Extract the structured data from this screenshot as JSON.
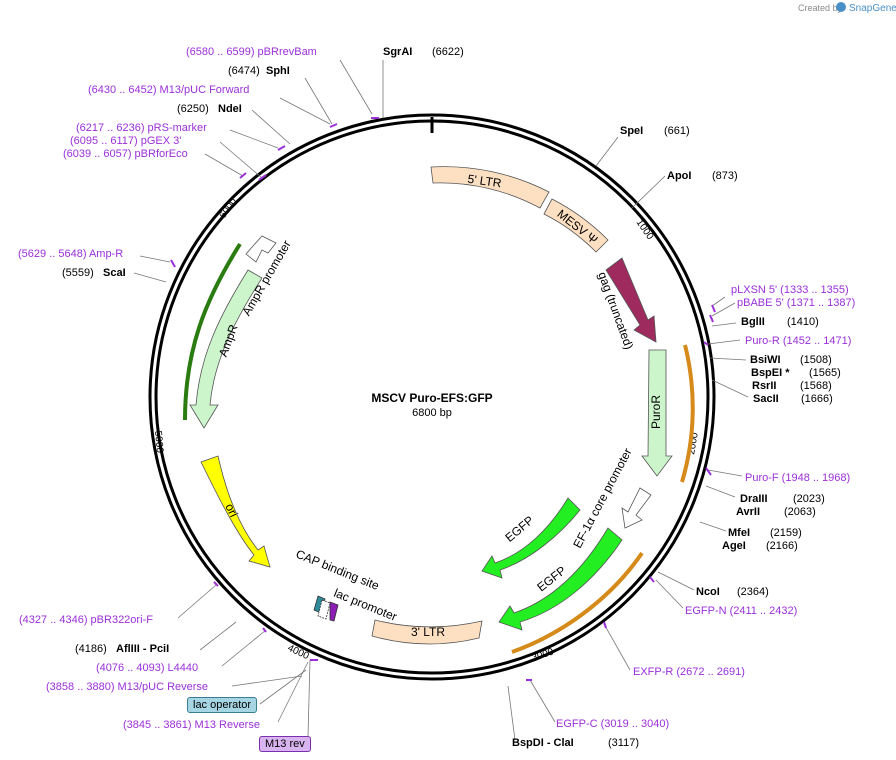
{
  "watermark": {
    "created_by": "Created by",
    "brand": "SnapGene"
  },
  "plasmid": {
    "name": "MSCV Puro-EFS:GFP",
    "size_label": "6800 bp",
    "length": 6800
  },
  "ticks": [
    "1000",
    "2000",
    "3000",
    "4000",
    "5000",
    "6000"
  ],
  "features": [
    {
      "id": "5ltr",
      "label": "5' LTR",
      "color": "#fde0c2"
    },
    {
      "id": "mesv",
      "label": "MESV Ψ",
      "color": "#fde0c2"
    },
    {
      "id": "gag",
      "label": "gag (truncated)",
      "color": "#9e2a5e"
    },
    {
      "id": "puror",
      "label": "PuroR",
      "color": "#ccf5cc"
    },
    {
      "id": "ef1a",
      "label": "EF-1α core promoter",
      "color": "#ffffff"
    },
    {
      "id": "egfp1",
      "label": "EGFP",
      "color": "#22ee22"
    },
    {
      "id": "egfp2",
      "label": "EGFP",
      "color": "#22ee22"
    },
    {
      "id": "3ltr",
      "label": "3' LTR",
      "color": "#fde0c2"
    },
    {
      "id": "lacp",
      "label": "lac promoter",
      "color": "#ffffff"
    },
    {
      "id": "cap",
      "label": "CAP binding site",
      "color": "#2e8b9a"
    },
    {
      "id": "ori",
      "label": "ori",
      "color": "#ffff00"
    },
    {
      "id": "ampr",
      "label": "AmpR",
      "color": "#ccf5cc"
    },
    {
      "id": "amprp",
      "label": "AmpR promoter",
      "color": "#ffffff"
    }
  ],
  "sites": [
    {
      "name": "SgrAI",
      "pos": "(6622)"
    },
    {
      "name": "SpeI",
      "pos": "(661)"
    },
    {
      "name": "ApoI",
      "pos": "(873)"
    },
    {
      "name": "BglII",
      "pos": "(1410)"
    },
    {
      "name": "BsiWI",
      "pos": "(1508)"
    },
    {
      "name": "BspEI *",
      "pos": "(1565)"
    },
    {
      "name": "RsrII",
      "pos": "(1568)"
    },
    {
      "name": "SacII",
      "pos": "(1666)"
    },
    {
      "name": "DraIII",
      "pos": "(2023)"
    },
    {
      "name": "AvrII",
      "pos": "(2063)"
    },
    {
      "name": "MfeI",
      "pos": "(2159)"
    },
    {
      "name": "AgeI",
      "pos": "(2166)"
    },
    {
      "name": "NcoI",
      "pos": "(2364)"
    },
    {
      "name": "BspDI - ClaI",
      "pos": "(3117)"
    },
    {
      "name": "AflIII - PciI",
      "pos": "(4186)"
    },
    {
      "name": "ScaI",
      "pos": "(5559)"
    },
    {
      "name": "NdeI",
      "pos": "(6250)"
    },
    {
      "name": "SphI",
      "pos": "(6474)"
    }
  ],
  "primers": [
    {
      "label": "(6580 .. 6599)  pBRrevBam"
    },
    {
      "label": "(6430 .. 6452)  M13/pUC Forward"
    },
    {
      "label": "(6217 .. 6236)  pRS-marker"
    },
    {
      "label": "(6095 .. 6117)  pGEX 3'"
    },
    {
      "label": "(6039 .. 6057)  pBRforEco"
    },
    {
      "label": "(5629 .. 5648)  Amp-R"
    },
    {
      "label": "pLXSN 5'    (1333 .. 1355)"
    },
    {
      "label": "pBABE 5'    (1371 .. 1387)"
    },
    {
      "label": "Puro-R    (1452 .. 1471)"
    },
    {
      "label": "Puro-F    (1948 .. 1968)"
    },
    {
      "label": "EGFP-N    (2411 .. 2432)"
    },
    {
      "label": "EXFP-R    (2672 .. 2691)"
    },
    {
      "label": "EGFP-C    (3019 .. 3040)"
    },
    {
      "label": "(4327 .. 4346)  pBR322ori-F"
    },
    {
      "label": "(4076 .. 4093)  L4440"
    },
    {
      "label": "(3858 .. 3880)  M13/pUC Reverse"
    },
    {
      "label": "(3845 .. 3861)  M13 Reverse"
    }
  ],
  "buttons": {
    "lac_operator": "lac operator",
    "m13_rev": "M13 rev"
  }
}
